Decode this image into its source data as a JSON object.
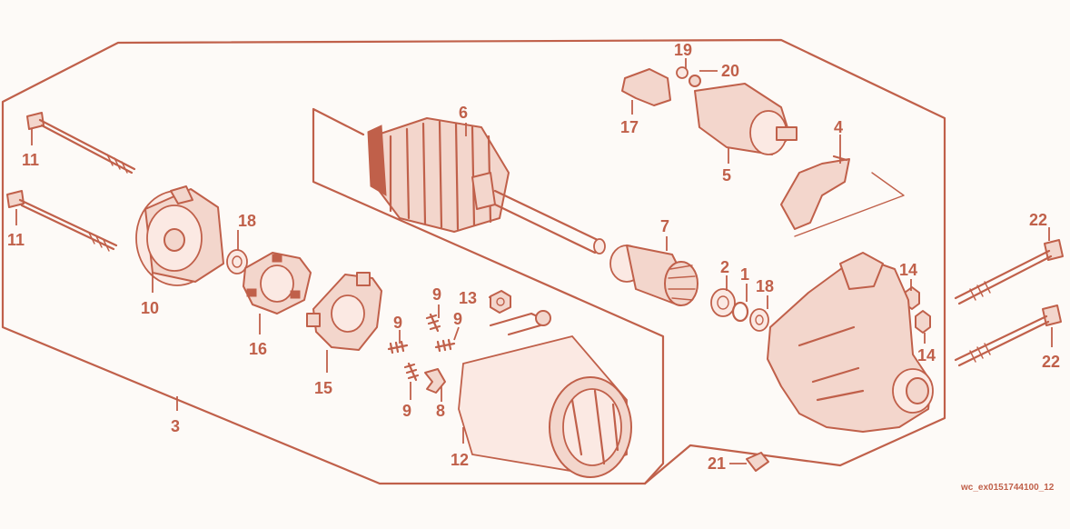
{
  "diagram": {
    "reference_code": "wc_ex0151744100_12",
    "callouts": [
      {
        "id": "c1",
        "label": "1"
      },
      {
        "id": "c2",
        "label": "2"
      },
      {
        "id": "c3",
        "label": "3"
      },
      {
        "id": "c4",
        "label": "4"
      },
      {
        "id": "c5",
        "label": "5"
      },
      {
        "id": "c6",
        "label": "6"
      },
      {
        "id": "c7",
        "label": "7"
      },
      {
        "id": "c8",
        "label": "8"
      },
      {
        "id": "c9a",
        "label": "9"
      },
      {
        "id": "c9b",
        "label": "9"
      },
      {
        "id": "c9c",
        "label": "9"
      },
      {
        "id": "c9d",
        "label": "9"
      },
      {
        "id": "c10",
        "label": "10"
      },
      {
        "id": "c11a",
        "label": "11"
      },
      {
        "id": "c11b",
        "label": "11"
      },
      {
        "id": "c12",
        "label": "12"
      },
      {
        "id": "c13",
        "label": "13"
      },
      {
        "id": "c14a",
        "label": "14"
      },
      {
        "id": "c14b",
        "label": "14"
      },
      {
        "id": "c15",
        "label": "15"
      },
      {
        "id": "c16",
        "label": "16"
      },
      {
        "id": "c17",
        "label": "17"
      },
      {
        "id": "c18a",
        "label": "18"
      },
      {
        "id": "c18b",
        "label": "18"
      },
      {
        "id": "c19",
        "label": "19"
      },
      {
        "id": "c20",
        "label": "20"
      },
      {
        "id": "c21",
        "label": "21"
      },
      {
        "id": "c22a",
        "label": "22"
      },
      {
        "id": "c22b",
        "label": "22"
      }
    ]
  }
}
